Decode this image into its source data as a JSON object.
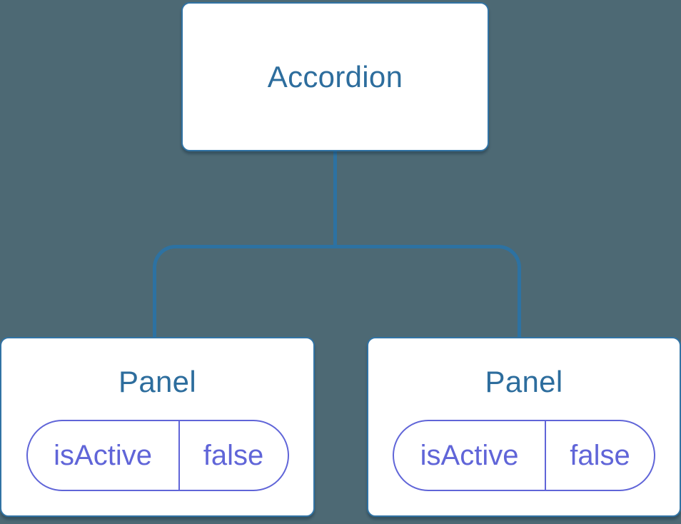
{
  "diagram": {
    "description": "Component tree diagram",
    "colors": {
      "background": "#4d6974",
      "node_background": "#ffffff",
      "node_border": "#3173a4",
      "node_text": "#2d6d9d",
      "connector": "#2d72a2",
      "state_pill": "#6065d8"
    },
    "tree": {
      "root": {
        "label": "Accordion"
      },
      "children": [
        {
          "label": "Panel",
          "state": {
            "key": "isActive",
            "value": "false"
          }
        },
        {
          "label": "Panel",
          "state": {
            "key": "isActive",
            "value": "false"
          }
        }
      ]
    }
  }
}
